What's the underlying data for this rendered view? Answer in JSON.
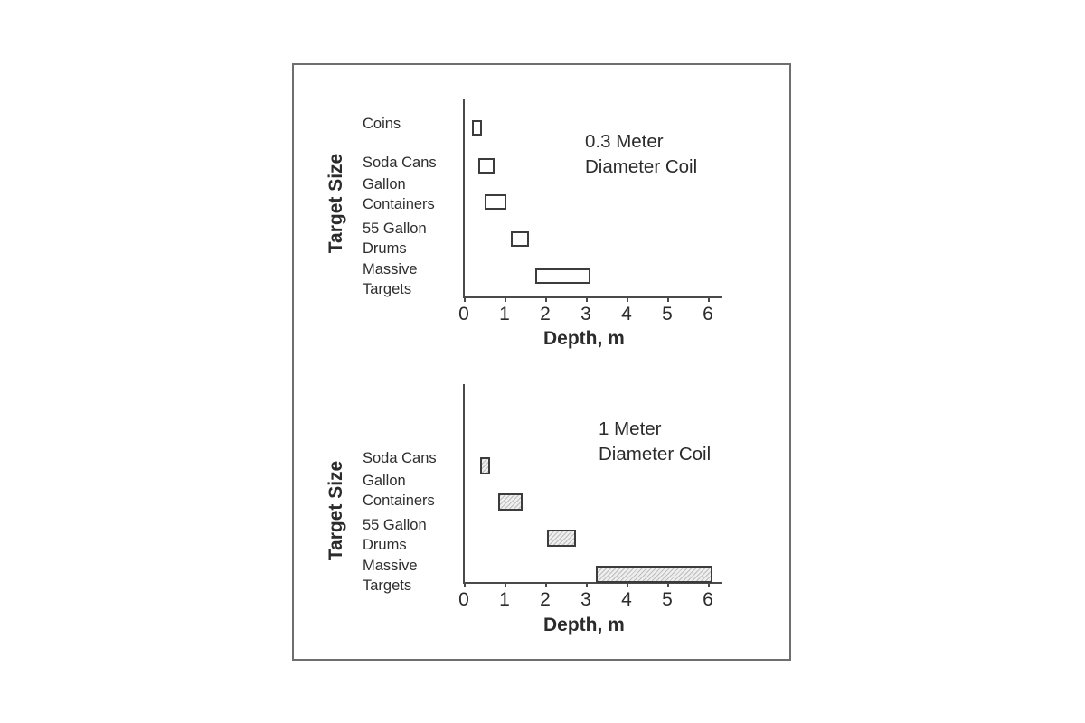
{
  "chart_data": [
    {
      "type": "bar",
      "orientation": "horizontal-range",
      "title": "0.3 Meter Diameter Coil",
      "annotation_lines": [
        "0.3 Meter",
        "Diameter Coil"
      ],
      "xlabel": "Depth, m",
      "ylabel": "Target Size",
      "xlim": [
        0,
        6.3
      ],
      "xticks": [
        "0",
        "1",
        "2",
        "3",
        "4",
        "5",
        "6"
      ],
      "grid": false,
      "legend": null,
      "fill": "none",
      "categories": [
        "Coins",
        "Soda Cans",
        "Gallon Containers",
        "55 Gallon Drums",
        "Massive Targets"
      ],
      "category_label_lines": [
        [
          "Coins"
        ],
        [
          "Soda Cans"
        ],
        [
          "Gallon",
          "Containers"
        ],
        [
          "55 Gallon",
          "Drums"
        ],
        [
          "Massive",
          "Targets"
        ]
      ],
      "ranges": [
        [
          0.2,
          0.45
        ],
        [
          0.35,
          0.75
        ],
        [
          0.5,
          1.05
        ],
        [
          1.15,
          1.6
        ],
        [
          1.75,
          3.1
        ]
      ]
    },
    {
      "type": "bar",
      "orientation": "horizontal-range",
      "title": "1 Meter Diameter Coil",
      "annotation_lines": [
        "1 Meter",
        "Diameter Coil"
      ],
      "xlabel": "Depth, m",
      "ylabel": "Target Size",
      "xlim": [
        0,
        6.3
      ],
      "xticks": [
        "0",
        "1",
        "2",
        "3",
        "4",
        "5",
        "6"
      ],
      "grid": false,
      "legend": null,
      "fill": "hatched",
      "categories": [
        "Soda Cans",
        "Gallon Containers",
        "55 Gallon Drums",
        "Massive Targets"
      ],
      "category_label_lines": [
        [
          "Soda Cans"
        ],
        [
          "Gallon",
          "Containers"
        ],
        [
          "55 Gallon",
          "Drums"
        ],
        [
          "Massive",
          "Targets"
        ]
      ],
      "ranges": [
        [
          0.4,
          0.65
        ],
        [
          0.85,
          1.45
        ],
        [
          2.05,
          2.75
        ],
        [
          3.25,
          6.1
        ]
      ]
    }
  ],
  "top": {
    "ylabel": "Target Size",
    "xlabel": "Depth, m",
    "annot_line1": "0.3 Meter",
    "annot_line2": "Diameter Coil",
    "labels": [
      "Coins",
      "Soda Cans",
      "Gallon",
      "Containers",
      "55 Gallon",
      "Drums",
      "Massive",
      "Targets"
    ],
    "ticks": [
      "0",
      "1",
      "2",
      "3",
      "4",
      "5",
      "6"
    ]
  },
  "bottom": {
    "ylabel": "Target Size",
    "xlabel": "Depth, m",
    "annot_line1": "1 Meter",
    "annot_line2": "Diameter Coil",
    "labels": [
      "Soda Cans",
      "Gallon",
      "Containers",
      "55 Gallon",
      "Drums",
      "Massive",
      "Targets"
    ],
    "ticks": [
      "0",
      "1",
      "2",
      "3",
      "4",
      "5",
      "6"
    ]
  }
}
